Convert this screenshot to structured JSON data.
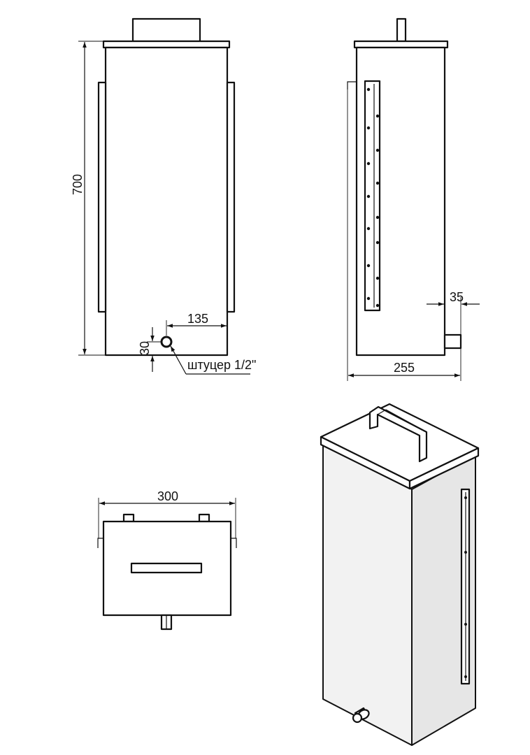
{
  "views": {
    "front": {
      "height_dim": "700",
      "outlet_offset_dim": "135",
      "outlet_height_dim": "30",
      "fitting_label": "штуцер 1/2\""
    },
    "side": {
      "depth_dim": "255",
      "fitting_length_dim": "35"
    },
    "top": {
      "width_dim": "300"
    }
  },
  "colors": {
    "line": "#111111",
    "background": "#ffffff"
  }
}
